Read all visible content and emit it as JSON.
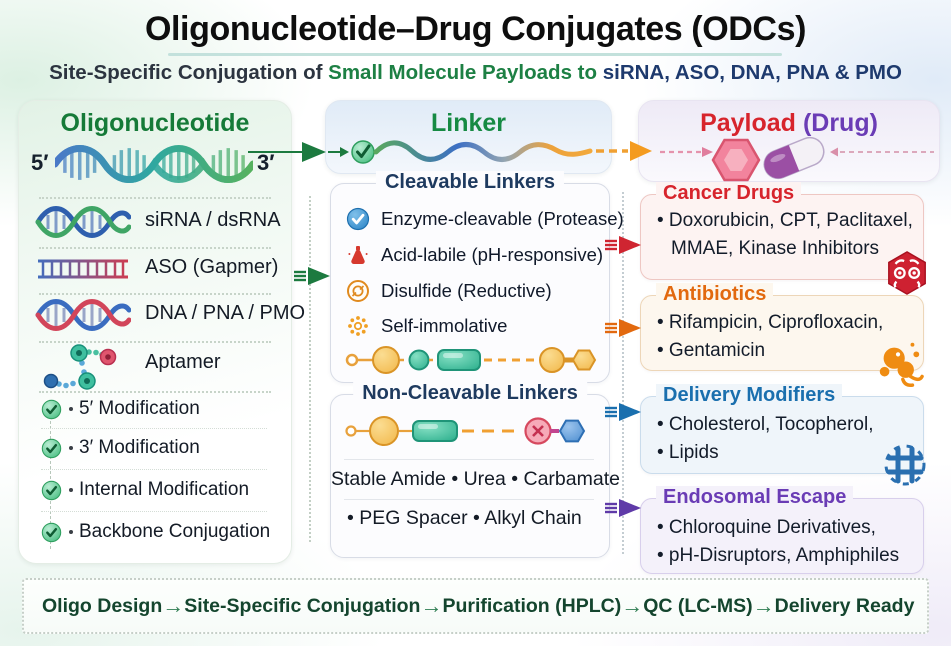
{
  "colors": {
    "green_accent": "#157a38",
    "navy": "#1e3a6e",
    "red": "#d7242c",
    "orange": "#e2690f",
    "blue": "#1a6fae",
    "purple": "#6a3cb5",
    "workflow_green": "#14452e"
  },
  "header": {
    "title": "Oligonucleotide–Drug Conjugates (ODCs)",
    "subtitle": {
      "prefix": "Site-Specific Conjugation of ",
      "highlight": "Small Molecule Payloads to ",
      "targets": "siRNA, ASO, DNA, PNA & PMO"
    }
  },
  "oligo": {
    "header": "Oligonucleotide",
    "five_prime": "5′",
    "three_prime": "3′",
    "types": [
      {
        "icon": "sirna-helix-icon",
        "label": "siRNA / dsRNA"
      },
      {
        "icon": "aso-ladder-icon",
        "label": "ASO (Gapmer)"
      },
      {
        "icon": "dna-helix-icon",
        "label": "DNA / PNA / PMO"
      },
      {
        "icon": "aptamer-beads-icon",
        "label": "Aptamer"
      }
    ],
    "modifications": [
      {
        "icon": "check-circle-icon",
        "label": "5′ Modification"
      },
      {
        "icon": "check-circle-icon",
        "label": "3′ Modification"
      },
      {
        "icon": "check-circle-icon",
        "label": "Internal Modification"
      },
      {
        "icon": "check-circle-icon",
        "label": "Backbone Conjugation"
      }
    ]
  },
  "linker": {
    "header": "Linker",
    "cleavable": {
      "title": "Cleavable Linkers",
      "items": [
        {
          "icon": "check-circle-blue-icon",
          "label": "Enzyme-cleavable (Protease)"
        },
        {
          "icon": "acid-flask-icon",
          "label": "Acid-labile (pH-responsive)"
        },
        {
          "icon": "disulfide-ring-icon",
          "label": "Disulfide (Reductive)"
        },
        {
          "icon": "self-immolative-sun-icon",
          "label": "Self-immolative"
        }
      ]
    },
    "non_cleavable": {
      "title": "Non-Cleavable Linkers",
      "line1": "Stable Amide • Urea • Carbamate",
      "line2": "• PEG Spacer   • Alkyl Chain"
    }
  },
  "payload": {
    "header_main": "Payload",
    "header_sub": "(Drug)",
    "boxes": [
      {
        "title": "Cancer Drugs",
        "icon": "cancer-crab-icon",
        "lines": [
          "• Doxorubicin, CPT, Paclitaxel,",
          "MMAE, Kinase Inhibitors"
        ]
      },
      {
        "title": "Antibiotics",
        "icon": "bacteria-icon",
        "lines": [
          "• Rifampicin, Ciprofloxacin,",
          "• Gentamicin"
        ]
      },
      {
        "title": "Delivery Modifiers",
        "icon": "lipid-icon",
        "lines": [
          "• Cholesterol, Tocopherol,",
          "• Lipids"
        ]
      },
      {
        "title": "Endosomal Escape",
        "icon": "",
        "lines": [
          "• Chloroquine Derivatives,",
          "• pH-Disruptors, Amphiphiles"
        ]
      }
    ]
  },
  "workflow": {
    "arrow": "→",
    "steps": [
      "Oligo Design",
      "Site-Specific Conjugation",
      "Purification (HPLC)",
      "QC (LC-MS)",
      "Delivery Ready"
    ]
  }
}
